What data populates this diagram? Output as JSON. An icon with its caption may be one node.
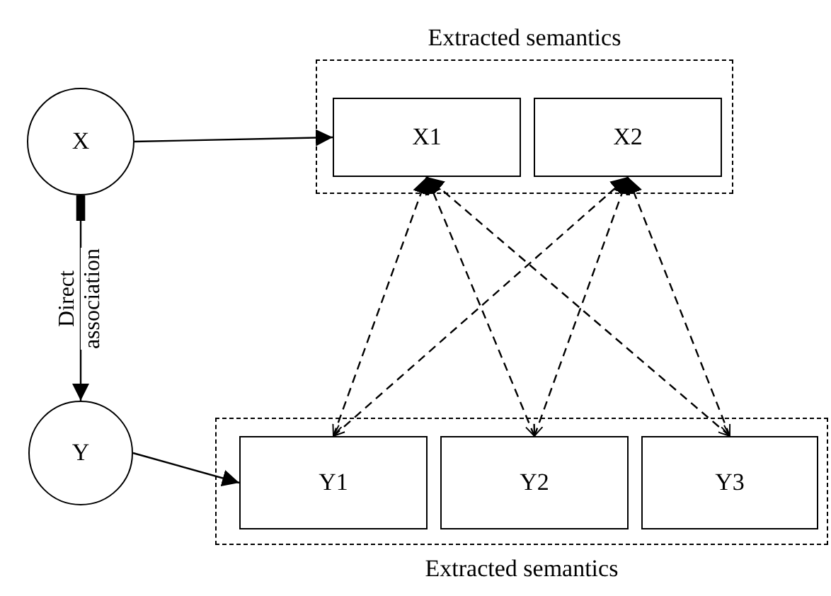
{
  "diagram": {
    "nodes": [
      {
        "text": [
          "X"
        ]
      },
      {
        "text": [
          "Extracted semantics"
        ]
      },
      {
        "text": [
          "X1"
        ],
        "in": 1
      },
      {
        "text": [
          "X2"
        ],
        "in": 1
      },
      {
        "text": [
          "Y"
        ]
      },
      {
        "text": [
          "Extracted semantics"
        ]
      },
      {
        "text": [
          "Y1"
        ],
        "in": 5
      },
      {
        "text": [
          "Y2"
        ],
        "in": 5
      },
      {
        "text": [
          "Y3"
        ],
        "in": 5
      }
    ],
    "edges": [
      {
        "from": 0,
        "to": 2,
        "arrow": "to"
      },
      {
        "from": 4,
        "to": 6,
        "arrow": "to"
      },
      {
        "from": 0,
        "to": 4,
        "arrow": "to",
        "label": "Direct association"
      },
      {
        "from": 6,
        "to": 2,
        "arrow": "both",
        "style": "dashed"
      },
      {
        "from": 6,
        "to": 3,
        "arrow": "both",
        "style": "dashed"
      },
      {
        "from": 7,
        "to": 2,
        "arrow": "both",
        "style": "dashed"
      },
      {
        "from": 7,
        "to": 3,
        "arrow": "both",
        "style": "dashed"
      },
      {
        "from": 8,
        "to": 2,
        "arrow": "both",
        "style": "dashed"
      },
      {
        "from": 8,
        "to": 3,
        "arrow": "both",
        "style": "dashed"
      }
    ]
  }
}
